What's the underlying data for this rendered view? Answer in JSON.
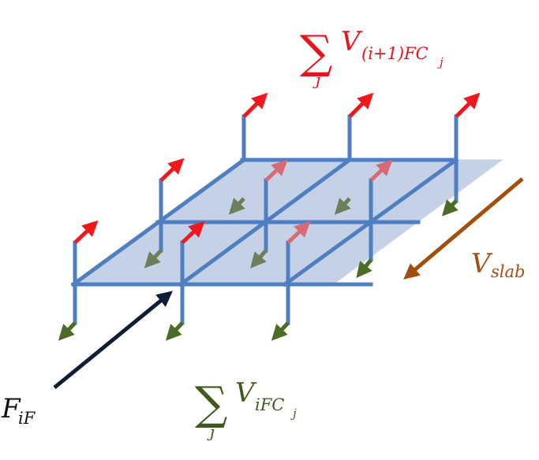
{
  "labels": {
    "top_sum": {
      "sym": "∑",
      "index": "j",
      "base": "V",
      "sub_main": "(i+1)FC",
      "sub_sub": "j",
      "color": "#e8131b"
    },
    "bottom_sum": {
      "sym": "∑",
      "index": "j",
      "base": "V",
      "sub_main": "iFC",
      "sub_sub": "j",
      "color": "#3f5a1c"
    },
    "vslab": {
      "base": "V",
      "sub": "slab",
      "color": "#a24f0e"
    },
    "fif": {
      "base": "F",
      "sub": "iF",
      "color": "#111111"
    }
  },
  "colors": {
    "slab_fill": "#aebfdc",
    "slab_stroke": "#c7d3e6",
    "beam": "#4f7fc0",
    "up_arrow": "#f2171c",
    "up_arrow_faded": "#d86a76",
    "down_arrow": "#4c6b26",
    "down_arrow_faded": "#6e7e58",
    "slab_velocity_arrow": "#a24f0e",
    "force_arrow": "#0f1d33"
  }
}
